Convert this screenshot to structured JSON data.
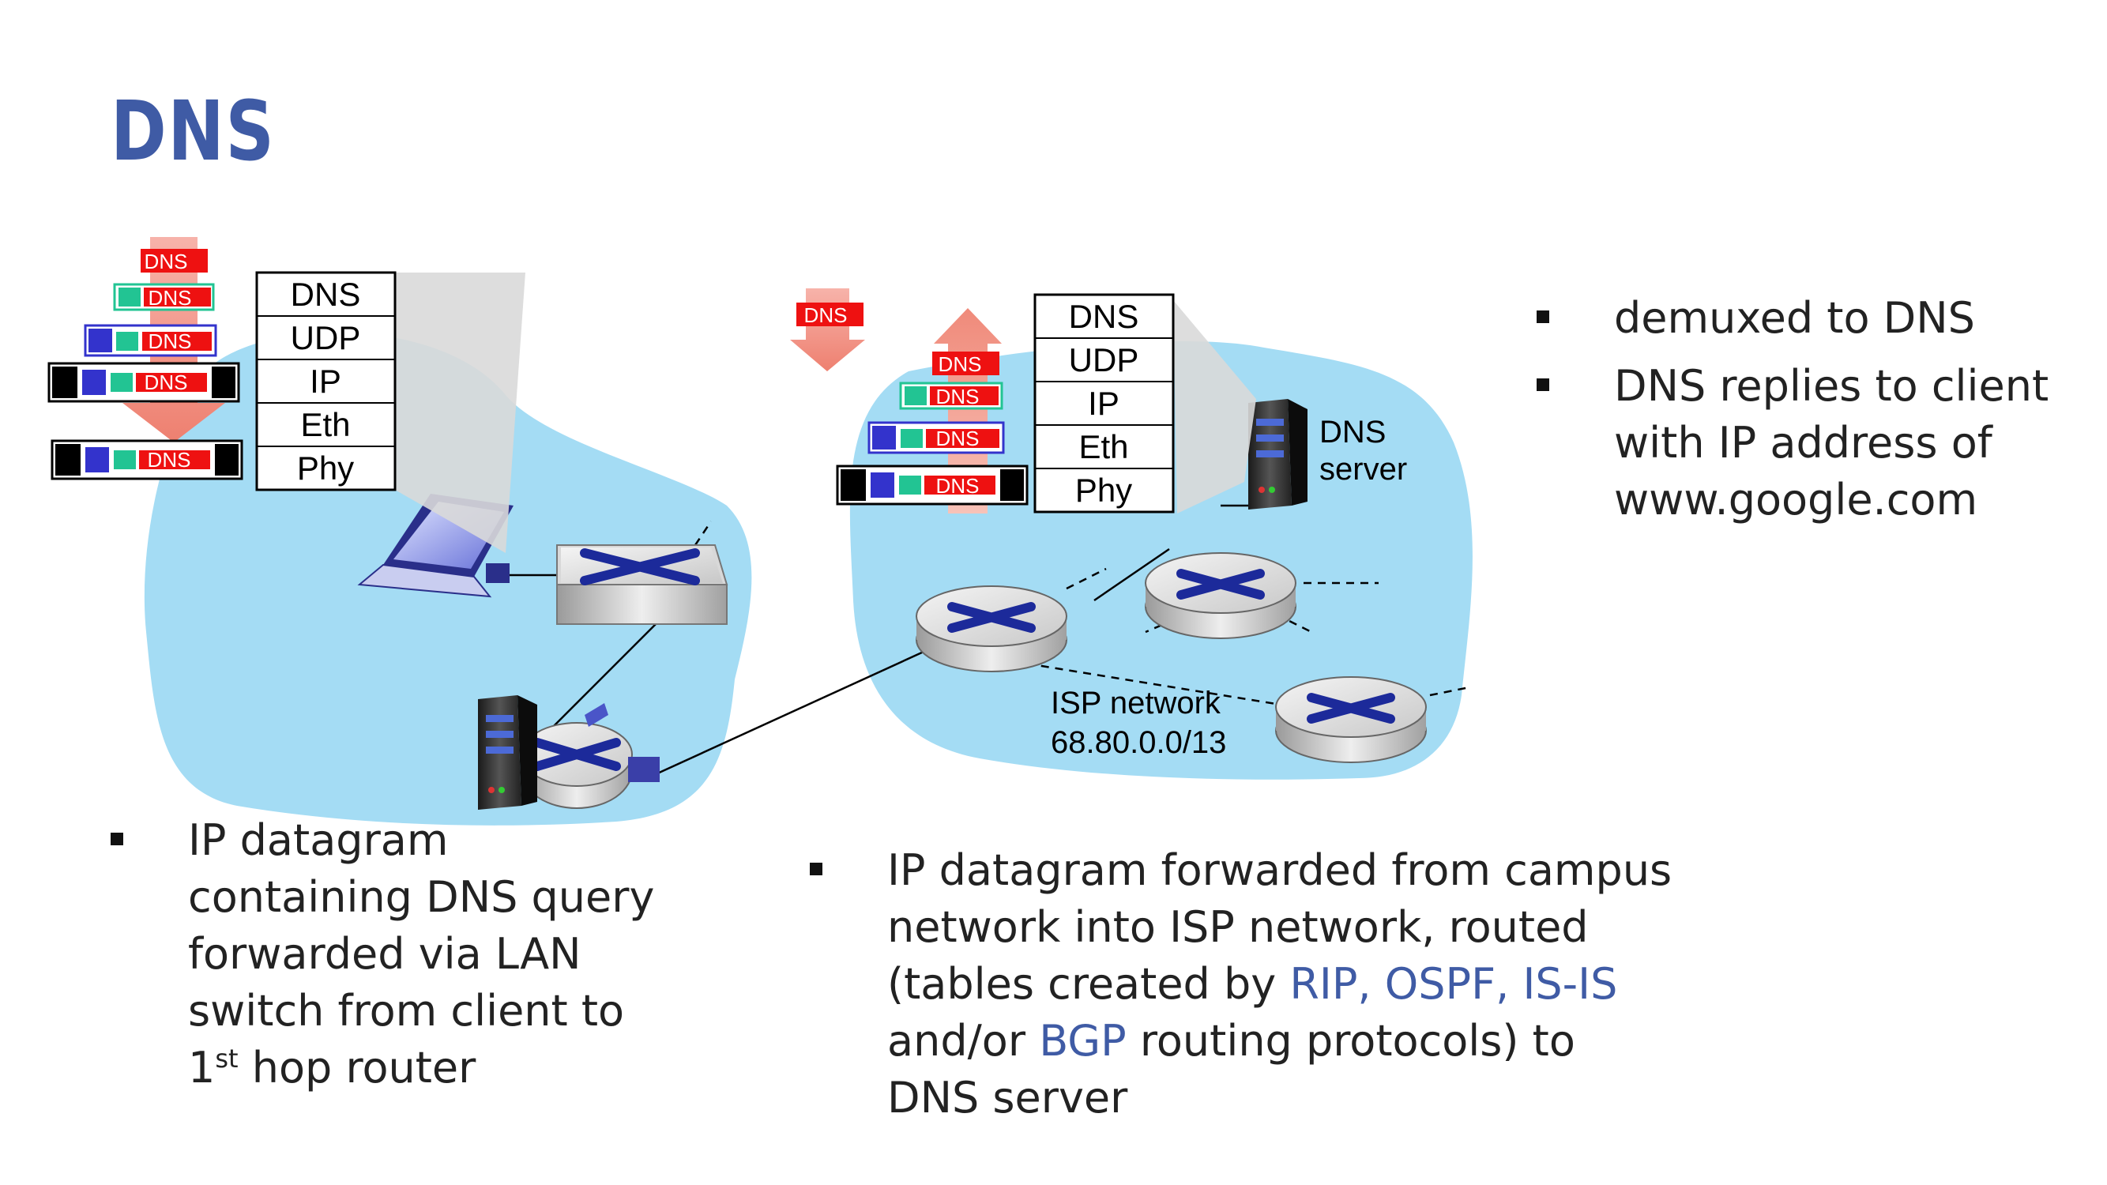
{
  "title": "DNS",
  "client_stack": {
    "layers": [
      "DNS",
      "UDP",
      "IP",
      "Eth",
      "Phy"
    ]
  },
  "server_stack": {
    "layers": [
      "DNS",
      "UDP",
      "IP",
      "Eth",
      "Phy"
    ]
  },
  "packet_label": "DNS",
  "labels": {
    "dns_server_line1": "DNS",
    "dns_server_line2": "server",
    "isp_line1": "ISP network",
    "isp_line2": "68.80.0.0/13"
  },
  "bullets_right": [
    {
      "text": "demuxed to DNS"
    },
    {
      "line1": "DNS replies to client",
      "line2": "with IP address of",
      "line3": "www.google.com"
    }
  ],
  "bullets_left": {
    "line1": "IP datagram",
    "line2": "containing DNS query",
    "line3": "forwarded via LAN",
    "line4": "switch from client to",
    "line5_num": "1",
    "line5_sup": "st",
    "line5_rest": " hop router"
  },
  "bullets_bottom": {
    "line1": "IP datagram forwarded from campus",
    "line2": "network into ISP network, routed",
    "line3_pre": "(tables created by ",
    "line3_link": "RIP, OSPF, IS-IS",
    "line4_pre": "and/or ",
    "line4_link": "BGP",
    "line4_post": " routing protocols) to",
    "line5": "DNS server"
  },
  "colors": {
    "accent": "#3f5ba5",
    "cloud": "#a4dcf4",
    "packet_red": "#ee1111",
    "udp_green": "#22c493",
    "ip_blue": "#3333cc"
  }
}
